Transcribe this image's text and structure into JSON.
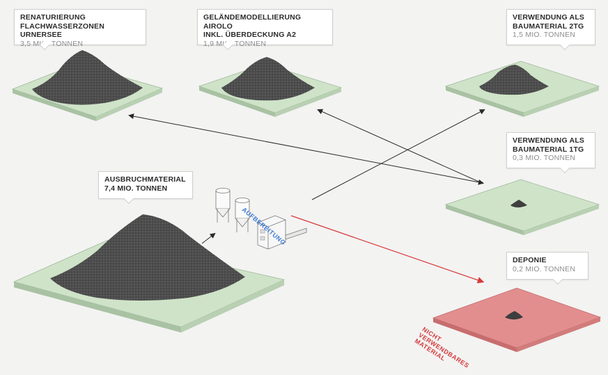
{
  "callouts": {
    "renaturierung": {
      "title1": "RENATURIERUNG",
      "title2": "FLACHWASSERZONEN URNERSEE",
      "value": "3,5 MIO. TONNEN"
    },
    "gelaendemodellierung": {
      "title1": "GELÄNDEMODELLIERUNG AIROLO",
      "title2": "INKL. ÜBERDECKUNG A2",
      "value": "1,9 MIO. TONNEN"
    },
    "baumaterial_2tg": {
      "title1": "VERWENDUNG ALS",
      "title2": "BAUMATERIAL 2TG",
      "value": "1,5 MIO. TONNEN"
    },
    "baumaterial_1tg": {
      "title1": "VERWENDUNG ALS",
      "title2": "BAUMATERIAL 1TG",
      "value": "0,3 MIO. TONNEN"
    },
    "ausbruch": {
      "title1": "AUSBRUCHMATERIAL",
      "value": "7,4 MIO. TONNEN"
    },
    "deponie": {
      "title1": "DEPONIE",
      "value": "0,2 MIO. TONNEN"
    }
  },
  "labels": {
    "aufbereitung": "AUFBEREITUNG",
    "nicht1": "NICHT",
    "nicht2": "VERWENDBARES",
    "nicht3": "MATERIAL"
  },
  "colors": {
    "background": "#f3f3f2",
    "green_plate": "#cfe3c8",
    "red_plate": "#e38e8e",
    "pile": "#4a4a4a",
    "arrow": "#2a2a2a",
    "arrow_red": "#d63a3a",
    "label_blue": "#3a7bd5",
    "label_red": "#d63a3a"
  }
}
